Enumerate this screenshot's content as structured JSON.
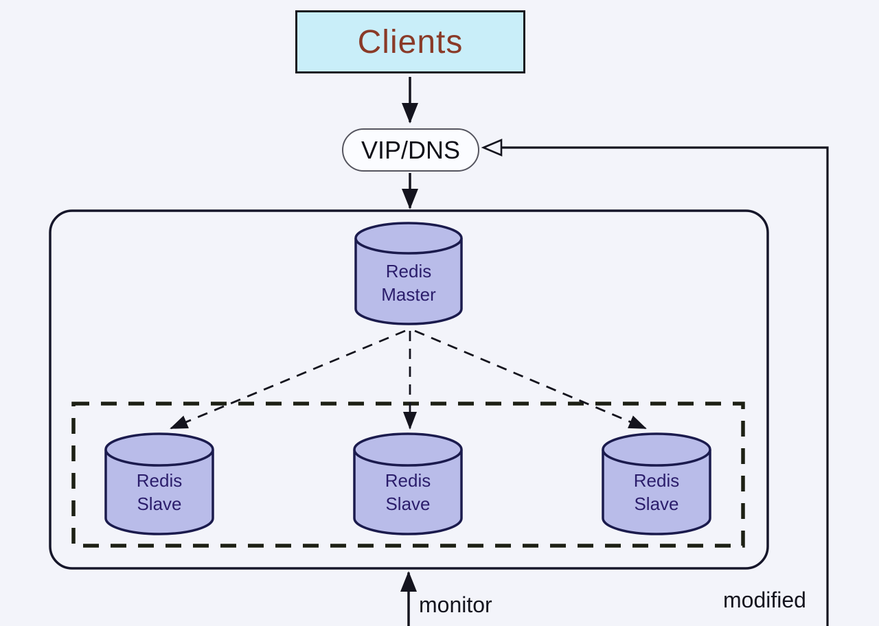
{
  "colors": {
    "background": "#f3f4fa",
    "clients_fill": "#c9eef9",
    "clients_text": "#8a3a28",
    "node_fill": "#fbfcff",
    "cylinder_fill": "#b9bce9",
    "cylinder_stroke": "#1b1b4d",
    "cylinder_text": "#2b1d6b",
    "line": "#14141e",
    "dash": "#1d2014"
  },
  "nodes": {
    "clients": {
      "label": "Clients"
    },
    "vip_dns": {
      "label": "VIP/DNS"
    },
    "redis_master": {
      "line1": "Redis",
      "line2": "Master"
    },
    "redis_slaves": [
      {
        "line1": "Redis",
        "line2": "Slave"
      },
      {
        "line1": "Redis",
        "line2": "Slave"
      },
      {
        "line1": "Redis",
        "line2": "Slave"
      }
    ]
  },
  "annotations": {
    "monitor": "monitor",
    "modified": "modified"
  }
}
